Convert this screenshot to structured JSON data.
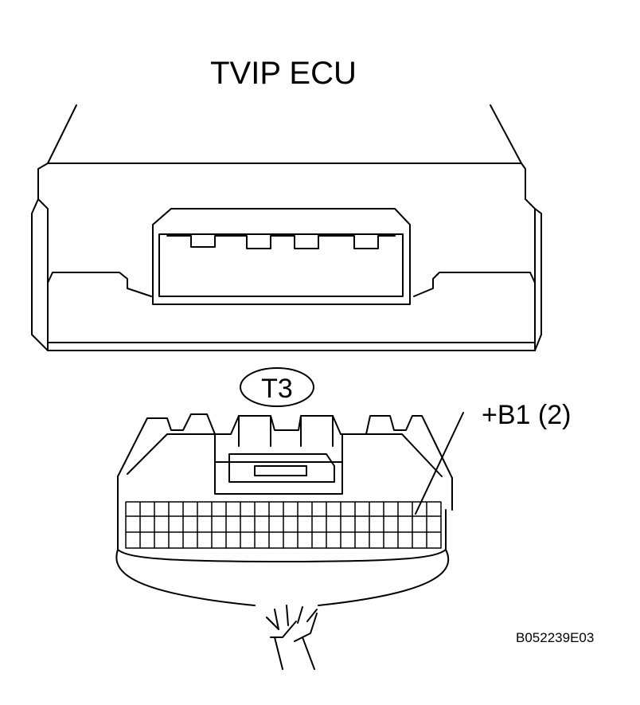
{
  "diagram": {
    "title": "TVIP ECU",
    "connector_id": "T3",
    "pin_label": "+B1 (2)",
    "figure_code": "B052239E03"
  },
  "colors": {
    "line": "#000000",
    "background": "#ffffff"
  }
}
